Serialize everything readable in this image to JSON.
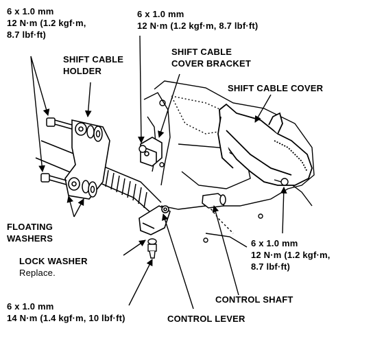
{
  "specs": {
    "top_left": [
      "6 x 1.0 mm",
      "12 N·m (1.2 kgf·m,",
      "8.7 lbf·ft)"
    ],
    "top_center": [
      "6 x 1.0 mm",
      "12 N·m (1.2 kgf·m, 8.7 lbf·ft)"
    ],
    "right": [
      "6 x 1.0 mm",
      "12 N·m (1.2 kgf·m,",
      "8.7 lbf·ft)"
    ],
    "bottom_left": [
      "6 x 1.0 mm",
      "14 N·m (1.4 kgf·m, 10 lbf·ft)"
    ]
  },
  "labels": {
    "shift_cable_holder": [
      "SHIFT CABLE",
      "HOLDER"
    ],
    "shift_cable_cover_bracket": [
      "SHIFT CABLE",
      "COVER BRACKET"
    ],
    "shift_cable_cover": "SHIFT CABLE COVER",
    "floating_washers": [
      "FLOATING",
      "WASHERS"
    ],
    "lock_washer": "LOCK WASHER",
    "lock_washer_note": "Replace.",
    "control_shaft": "CONTROL SHAFT",
    "control_lever": "CONTROL LEVER"
  }
}
